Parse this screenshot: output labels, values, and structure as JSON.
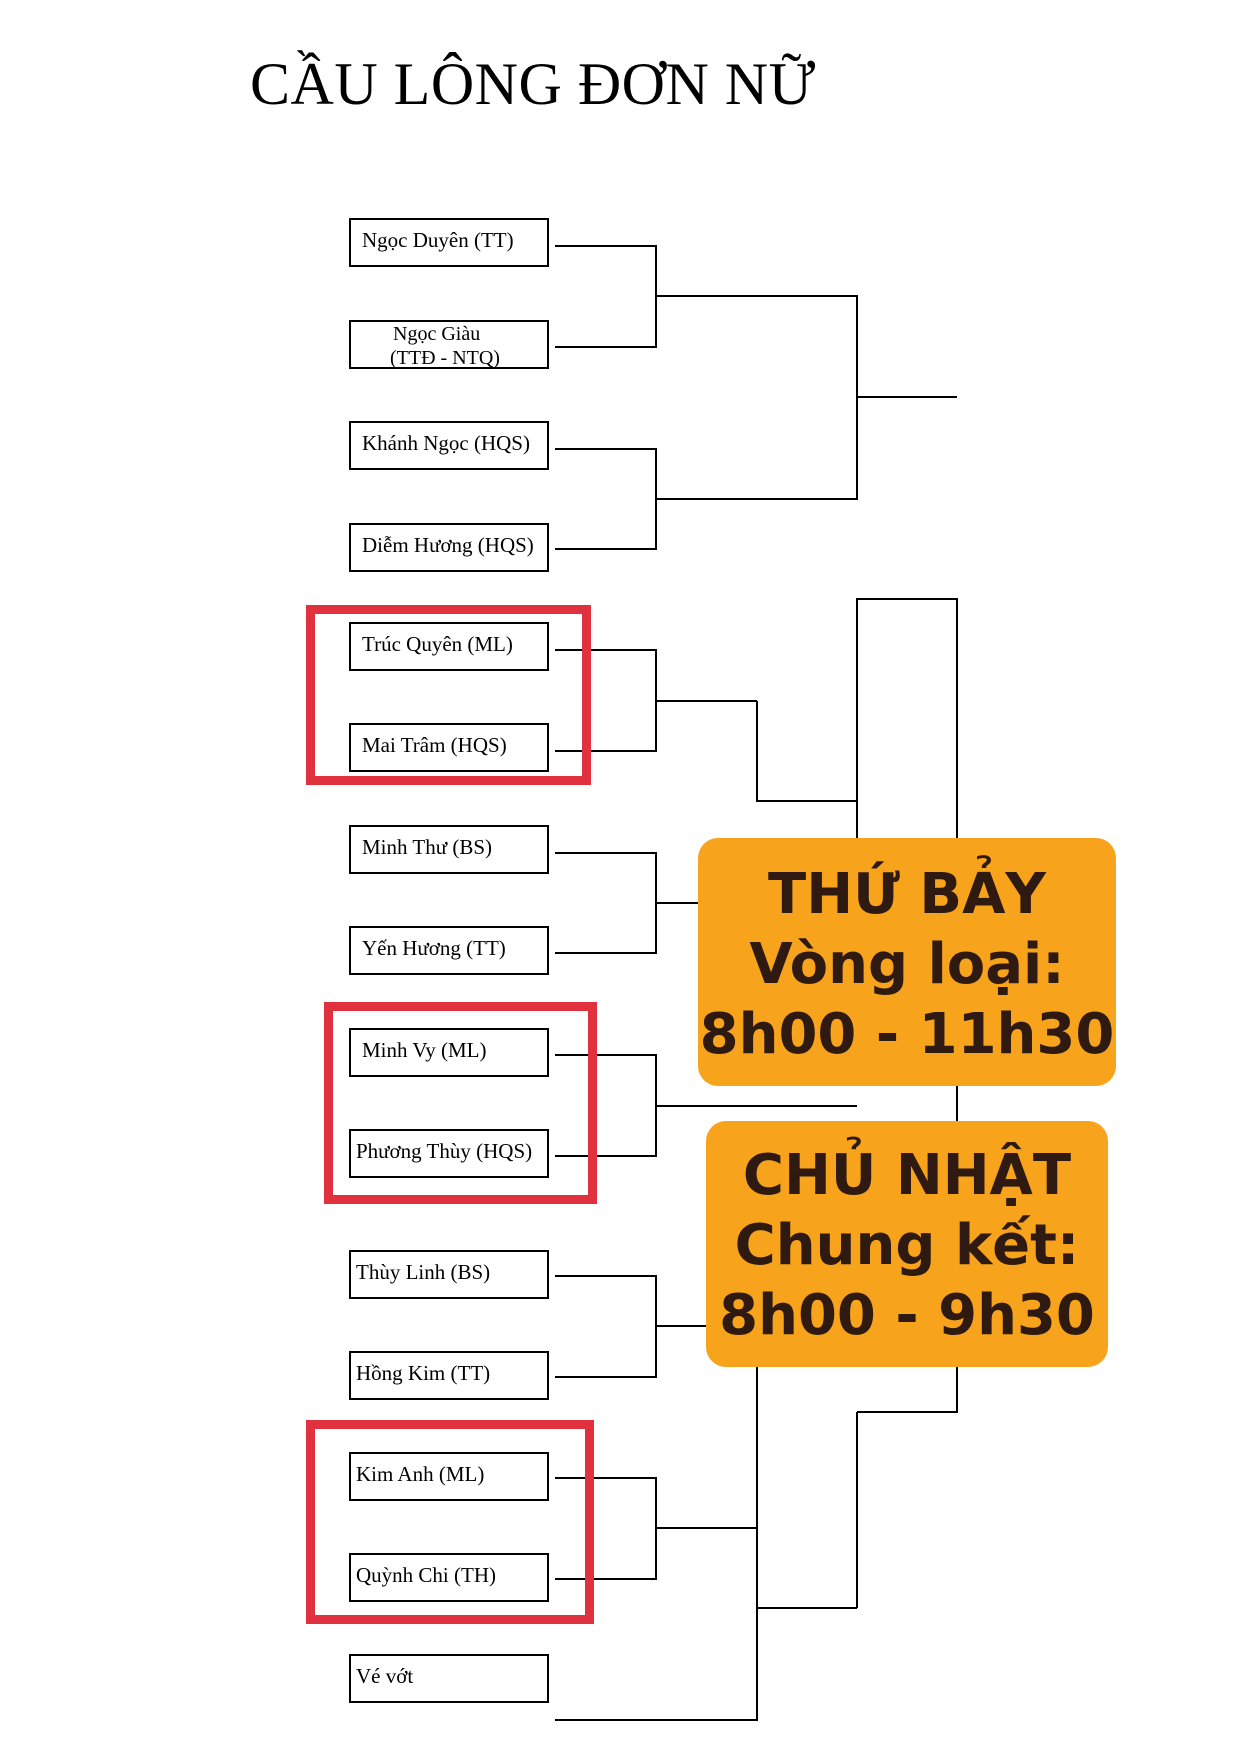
{
  "title": "CẦU LÔNG ĐƠN NỮ",
  "players": [
    {
      "name": "Ngọc Duyên (TT)"
    },
    {
      "name": "Ngọc Giàu (TTĐ - NTQ)",
      "lines": [
        "Ngọc Giàu",
        "(TTĐ - NTQ)"
      ]
    },
    {
      "name": "Khánh Ngọc (HQS)"
    },
    {
      "name": "Diễm Hương (HQS)"
    },
    {
      "name": "Trúc Quyên (ML)"
    },
    {
      "name": "Mai Trâm (HQS)"
    },
    {
      "name": "Minh Thư (BS)"
    },
    {
      "name": "Yến Hương (TT)"
    },
    {
      "name": "Minh Vy (ML)"
    },
    {
      "name": "Phương Thùy (HQS)"
    },
    {
      "name": "Thùy Linh (BS)"
    },
    {
      "name": "Hồng Kim (TT)"
    },
    {
      "name": "Kim Anh (ML)"
    },
    {
      "name": "Quỳnh Chi (TH)"
    },
    {
      "name": "Vé vớt"
    }
  ],
  "schedule": {
    "saturday": {
      "day": "THỨ BẢY",
      "round": "Vòng loại:",
      "time": "8h00 - 11h30"
    },
    "sunday": {
      "day": "CHỦ NHẬT",
      "round": "Chung kết:",
      "time": "8h00 - 9h30"
    }
  },
  "colors": {
    "highlight": "#e0323e",
    "badge": "#f7a31c",
    "badge_text": "#2e1a10"
  }
}
